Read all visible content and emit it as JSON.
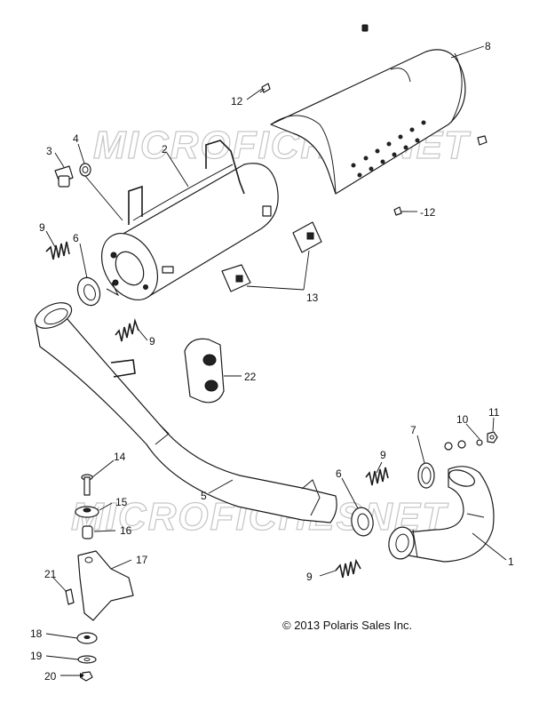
{
  "watermark_text": "MICROFICHESNET",
  "copyright": "© 2013 Polaris Sales Inc.",
  "callouts": {
    "c1": "1",
    "c2": "2",
    "c3": "3",
    "c4": "4",
    "c5": "5",
    "c6a": "6",
    "c6b": "6",
    "c7": "7",
    "c8": "8",
    "c9a": "9",
    "c9b": "9",
    "c9c": "9",
    "c9d": "9",
    "c10": "10",
    "c11": "11",
    "c12a": "12",
    "c12b": "-12",
    "c13": "13",
    "c14": "14",
    "c15": "15",
    "c16": "16",
    "c17": "17",
    "c18": "18",
    "c19": "19",
    "c20": "20",
    "c21": "21",
    "c22": "22"
  }
}
